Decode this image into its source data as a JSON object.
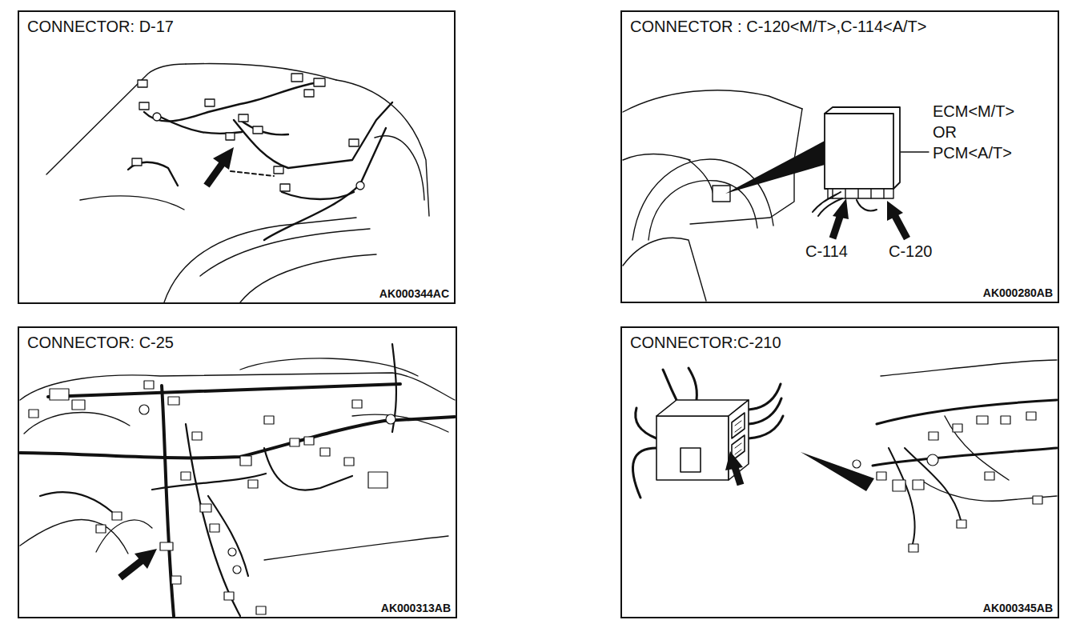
{
  "diagram": {
    "nodes": [
      {
        "text": [
          "CONNECTOR: D-17",
          "AK000344AC"
        ]
      },
      {
        "text": [
          "CONNECTOR : C-120<M/T>,C-114<A/T>",
          "AK000280AB"
        ]
      },
      {
        "text": [
          "CONNECTOR: C-25",
          "AK000313AB"
        ]
      },
      {
        "text": [
          "CONNECTOR:C-210",
          "AK000345AB"
        ]
      }
    ],
    "labels": [
      "ECM<M/T>",
      "OR",
      "PCM<A/T>",
      "C-114",
      "C-120"
    ]
  }
}
